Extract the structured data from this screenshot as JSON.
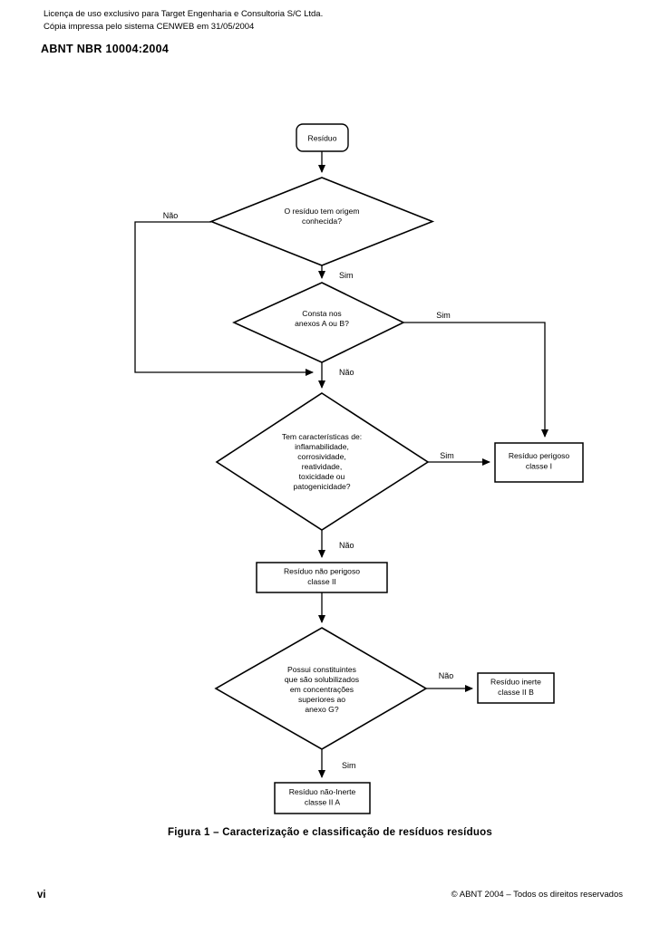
{
  "header": {
    "license_line1": "Licença de uso exclusivo para Target Engenharia e Consultoria S/C Ltda.",
    "license_line2": "Cópia impressa pelo sistema CENWEB em 31/05/2004",
    "standard_title": "ABNT NBR 10004:2004"
  },
  "figure": {
    "caption": "Figura 1 – Caracterização e classificação de resíduos resíduos"
  },
  "footer": {
    "page_number": "vi",
    "copyright": "© ABNT 2004 – Todos os direitos reservados"
  },
  "chart_data": {
    "type": "flowchart",
    "title": "Figura 1 – Caracterização e classificação de resíduos resíduos",
    "nodes": [
      {
        "id": "start",
        "shape": "rounded-rect",
        "lines": [
          "Resíduo"
        ]
      },
      {
        "id": "d1",
        "shape": "diamond",
        "lines": [
          "O resíduo tem origem",
          "conhecida?"
        ]
      },
      {
        "id": "d2",
        "shape": "diamond",
        "lines": [
          "Consta nos",
          "anexos A ou B?"
        ]
      },
      {
        "id": "d3",
        "shape": "diamond",
        "lines": [
          "Tem características de:",
          "inflamabilidade,",
          "corrosividade,",
          "reatividade,",
          "toxicidade ou",
          "patogenicidade?"
        ]
      },
      {
        "id": "classI",
        "shape": "rect",
        "lines": [
          "Resíduo perigoso",
          "classe I"
        ]
      },
      {
        "id": "classII",
        "shape": "rect",
        "lines": [
          "Resíduo não perigoso",
          "classe II"
        ]
      },
      {
        "id": "d4",
        "shape": "diamond",
        "lines": [
          "Possui constituintes",
          "que são solubilizados",
          "em concentrações",
          "superiores ao",
          "anexo G?"
        ]
      },
      {
        "id": "inerte",
        "shape": "rect",
        "lines": [
          "Resíduo inerte",
          "classe II B"
        ]
      },
      {
        "id": "naoInerte",
        "shape": "rect",
        "lines": [
          "Resíduo não-Inerte",
          "classe II A"
        ]
      }
    ],
    "edges": [
      {
        "from": "start",
        "to": "d1",
        "label": ""
      },
      {
        "from": "d1",
        "to": "d3",
        "label": "Não"
      },
      {
        "from": "d1",
        "to": "d2",
        "label": "Sim"
      },
      {
        "from": "d2",
        "to": "classI",
        "label": "Sim"
      },
      {
        "from": "d2",
        "to": "d3",
        "label": "Não"
      },
      {
        "from": "d3",
        "to": "classI",
        "label": "Sim"
      },
      {
        "from": "d3",
        "to": "classII",
        "label": "Não"
      },
      {
        "from": "classII",
        "to": "d4",
        "label": ""
      },
      {
        "from": "d4",
        "to": "inerte",
        "label": "Não"
      },
      {
        "from": "d4",
        "to": "naoInerte",
        "label": "Sim"
      }
    ],
    "labels": {
      "n1": "Não",
      "s1": "Sim",
      "s2": "Sim",
      "n2": "Não",
      "s3": "Sim",
      "n3": "Não",
      "n4": "Não",
      "s4": "Sim"
    }
  }
}
